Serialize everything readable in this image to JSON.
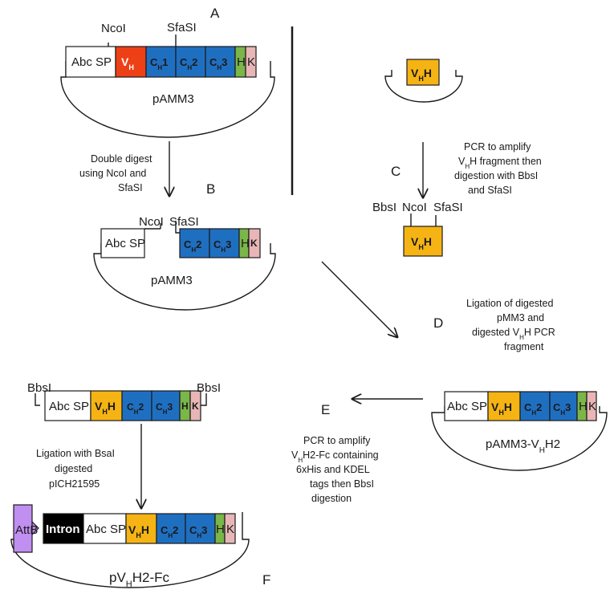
{
  "colors": {
    "vh_red": "#ee4016",
    "ch_blue": "#1f6fc1",
    "vhh_yellow": "#f5b414",
    "his_green": "#7ab648",
    "kdel_pink": "#e8b6b6",
    "attb_purple": "#c08ff0",
    "intron_black": "#000000"
  },
  "panel_letters": {
    "a": "A",
    "b": "B",
    "c": "C",
    "d": "D",
    "e": "E",
    "f": "F"
  },
  "labels": {
    "ncoi": "NcoI",
    "sfasi": "SfaSI",
    "bbsi": "BbsI",
    "abc_sp": "Abc SP",
    "ch1": "CH1",
    "ch2": "CH2",
    "ch3": "CH3",
    "his": "H",
    "kdel": "K",
    "vh": "VH",
    "vhh": "VHH",
    "attb": "AttB",
    "intron": "Intron"
  },
  "plasmids": {
    "pamm3": "pAMM3",
    "pamm3_vhh2": "pAMM3-VHH2",
    "pvhh2_fc": "pVHH2-Fc"
  },
  "steps": {
    "double_digest": [
      "Double digest",
      "using NcoI and",
      "SfaSI"
    ],
    "pcr_vhh": [
      "PCR to amplify",
      "VHH fragment then",
      "digestion with BbsI",
      "and SfaSI"
    ],
    "ligation_d": [
      "Ligation of digested",
      "pMM3 and",
      "digested VHH PCR",
      "fragment"
    ],
    "pcr_fc": [
      "PCR to amplify",
      "VHH2-Fc containing",
      "6xHis and KDEL",
      "tags then BbsI",
      "digestion"
    ],
    "ligation_f": [
      "Ligation with BsaI",
      "digested",
      "pICH21595"
    ]
  }
}
